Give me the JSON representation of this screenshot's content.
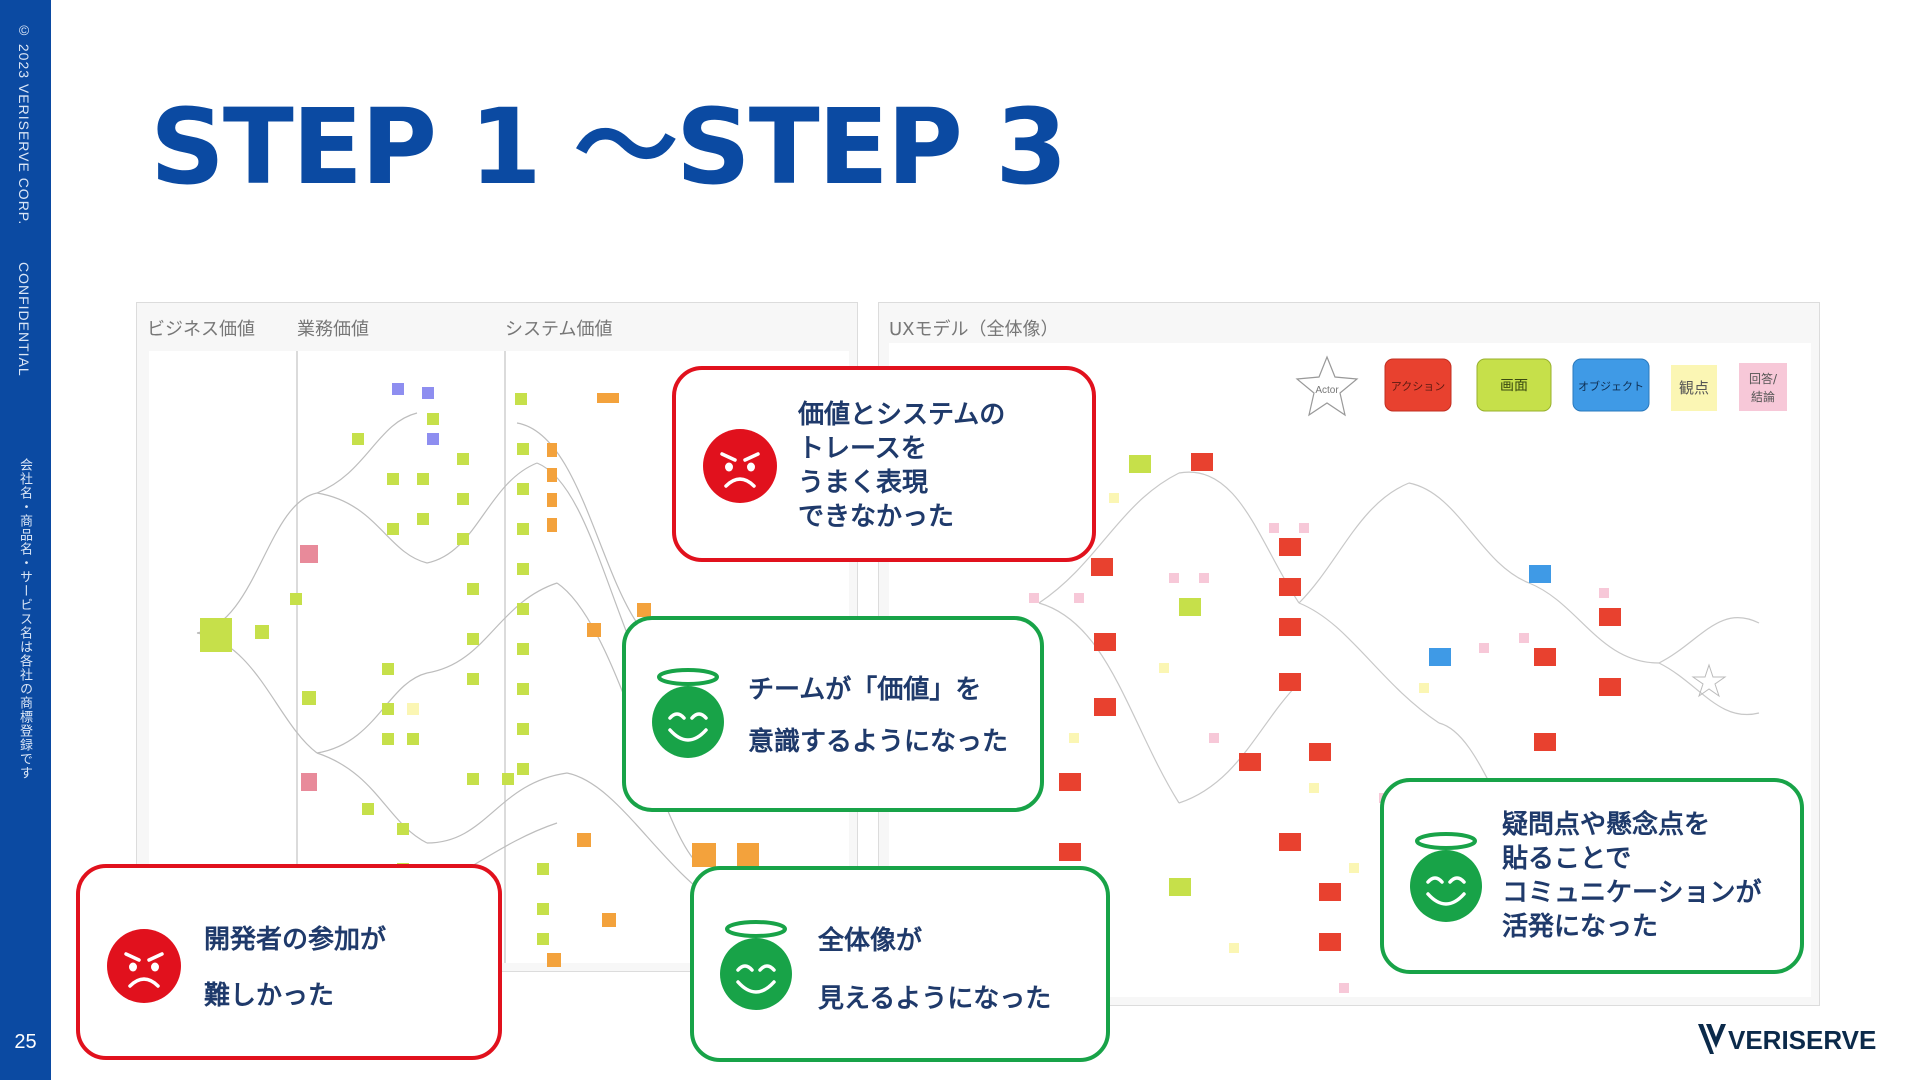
{
  "sidebar": {
    "copyright": "© 2023 VERISERVE CORP.",
    "confidential": "CONFIDENTIAL",
    "trademark_note": "会社名・商品名・サービス名は各社の商標登録です",
    "page_number": "25"
  },
  "title": "STEP 1 〜STEP 3",
  "left_panel": {
    "columns": [
      "ビジネス価値",
      "業務価値",
      "システム価値"
    ]
  },
  "right_panel": {
    "title": "UXモデル（全体像）",
    "legend": [
      "Actor",
      "アクション",
      "画面",
      "オブジェクト",
      "観点",
      "回答/\n結論"
    ],
    "legend_colors": {
      "action": "#e8412f",
      "screen": "#c6e04a",
      "object": "#3f9ae6",
      "viewpoint": "#fbf6b4",
      "answer": "#f7c8d8"
    }
  },
  "callouts": [
    {
      "id": "value-trace",
      "mood": "negative",
      "text": "価値とシステムの\nトレースを\nうまく表現\nできなかった"
    },
    {
      "id": "team-value",
      "mood": "positive",
      "text": "チームが「価値」を\n意識するようになった"
    },
    {
      "id": "developer",
      "mood": "negative",
      "text": "開発者の参加が\n難しかった"
    },
    {
      "id": "overview",
      "mood": "positive",
      "text": "全体像が\n見えるようになった"
    },
    {
      "id": "questions",
      "mood": "positive",
      "text": "疑問点や懸念点を\n貼ることで\nコミュニケーションが\n活発になった"
    }
  ],
  "colors": {
    "brand_blue": "#0b4aa2",
    "negative_red": "#e1111d",
    "positive_green": "#18a348"
  },
  "logo": "VERISERVE"
}
